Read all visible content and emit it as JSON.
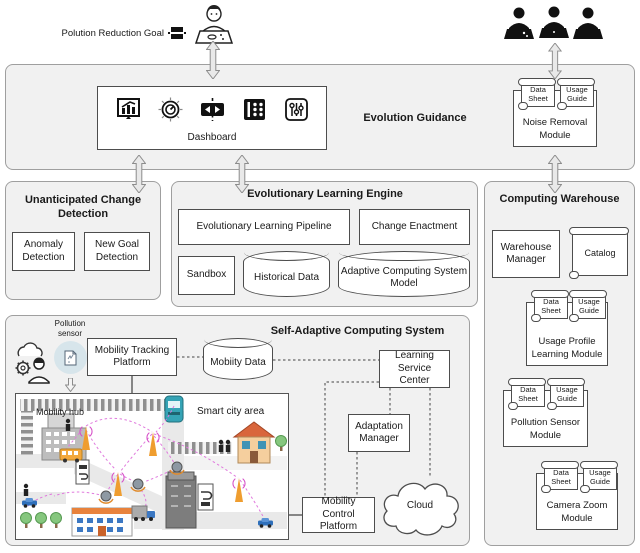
{
  "header": {
    "goal_label": "Polution Reduction Goal",
    "goal_icon": "goal-icon",
    "operator_icon": "person-laptop-icon",
    "team_icons": [
      "person-laptop-icon",
      "person-laptop-icon",
      "person-laptop-icon"
    ]
  },
  "evolution_guidance": {
    "title": "Evolution Guidance",
    "dashboard": {
      "label": "Dashboard",
      "icons": [
        "chart-board-icon",
        "gauge-icon",
        "compare-arrows-icon",
        "domino-icon",
        "sliders-icon"
      ]
    },
    "noise_module": {
      "name": "Noise Removal Module",
      "docs": [
        "Data Sheet",
        "Usage Guide"
      ]
    }
  },
  "unanticipated_change_detection": {
    "title": "Unanticipated Change Detection",
    "anomaly": "Anomaly Detection",
    "new_goal": "New Goal Detection"
  },
  "evolutionary_learning_engine": {
    "title": "Evolutionary Learning Engine",
    "pipeline": "Evolutionary Learning Pipeline",
    "change_enactment": "Change Enactment",
    "sandbox": "Sandbox",
    "historical_data": "Historical Data",
    "system_model": "Adaptive Computing System Model"
  },
  "computing_warehouse": {
    "title": "Computing Warehouse",
    "warehouse_manager": "Warehouse Manager",
    "catalog": "Catalog",
    "modules": [
      {
        "name": "Usage Profile Learning Module",
        "docs": [
          "Data Sheet",
          "Usage Guide"
        ]
      },
      {
        "name": "Pollution Sensor Module",
        "docs": [
          "Data Sheet",
          "Usage Guide"
        ]
      },
      {
        "name": "Camera Zoom Module",
        "docs": [
          "Data Sheet",
          "Usage Guide"
        ]
      }
    ]
  },
  "self_adaptive_system": {
    "title": "Self-Adaptive Computing System",
    "pollution_sensor_label": "Pollution sensor",
    "mobility_tracking": "Mobility Tracking Platform",
    "mobility_data": "Mobiity Data",
    "learning_service_center": "Learning Service Center",
    "adaptation_manager": "Adaptation Manager",
    "mobility_control": "Mobility Control Platform",
    "cloud": "Cloud",
    "city": {
      "hub_label": "Mobility hub",
      "area_label": "Smart city area"
    }
  },
  "colors": {
    "panel_bg": "#f1f1f1",
    "panel_border": "#9f9f9f",
    "box_border": "#4d4d4d",
    "arrow_fill": "#e9e9e9",
    "arrow_stroke": "#8c8c8c",
    "link_pink": "#e079dd",
    "tower_orange": "#ef9d2f",
    "sensor_bg": "#d7e5eb"
  }
}
